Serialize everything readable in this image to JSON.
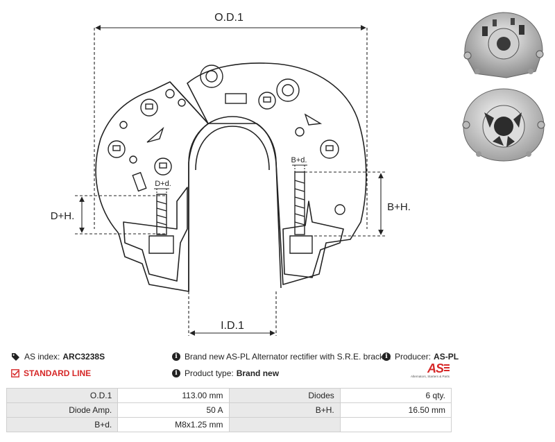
{
  "drawing": {
    "labels": {
      "od": "O.D.1",
      "id": "I.D.1",
      "dh": "D+H.",
      "bh": "B+H.",
      "dd": "D+d.",
      "bd": "B+d."
    }
  },
  "info": {
    "as_index_label": "AS index:",
    "as_index_value": "ARC3238S",
    "description": "Brand new AS-PL Alternator rectifier with S.R.E. bracket",
    "producer_label": "Producer:",
    "producer_value": "AS-PL",
    "line_label": "STANDARD LINE",
    "product_type_label": "Product type:",
    "product_type_value": "Brand new"
  },
  "logo": {
    "text": "AS",
    "tagline": "Alternators, Starters & Parts"
  },
  "specs": {
    "rows": [
      {
        "l1": "O.D.1",
        "v1": "113.00 mm",
        "l2": "Diodes",
        "v2": "6 qty."
      },
      {
        "l1": "Diode Amp.",
        "v1": "50 A",
        "l2": "B+H.",
        "v2": "16.50 mm"
      },
      {
        "l1": "B+d.",
        "v1": "M8x1.25 mm",
        "l2": "",
        "v2": ""
      }
    ]
  },
  "colors": {
    "accent": "#d62828",
    "label_bg": "#e9e9e9",
    "border": "#cfcfcf"
  }
}
